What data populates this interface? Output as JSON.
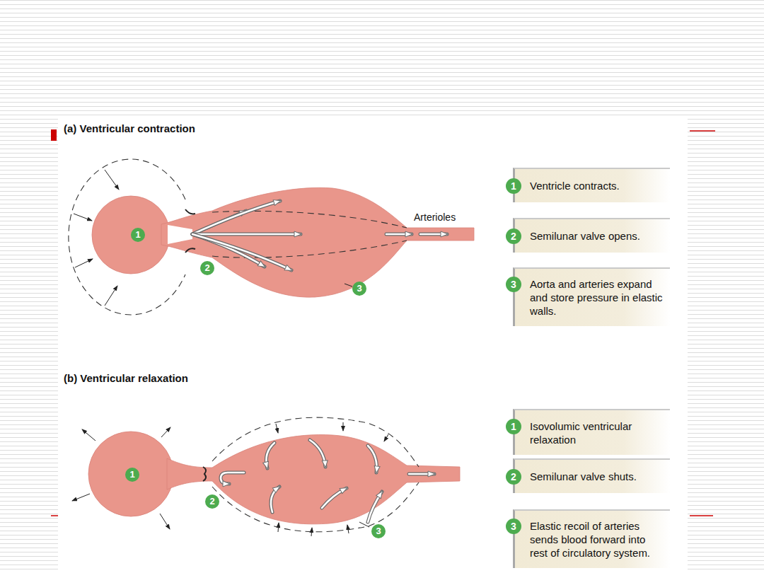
{
  "diagram": {
    "nodes": [
      {
        "text": [
          "1",
          "Ventricle contracts."
        ]
      },
      {
        "text": [
          "2",
          "Semilunar valve opens."
        ]
      },
      {
        "text": [
          "3",
          "Aorta and arteries expand and store pressure in elastic walls."
        ]
      },
      {
        "text": [
          "1",
          "Isovolumic ventricular relaxation"
        ]
      },
      {
        "text": [
          "2",
          "Semilunar valve shuts."
        ]
      },
      {
        "text": [
          "3",
          "Elastic recoil of arteries sends blood forward into rest of circulatory system."
        ]
      }
    ],
    "labels": [
      "(a) Ventricular contraction",
      "Arterioles",
      "1",
      "2",
      "3",
      "(b) Ventricular relaxation",
      "1",
      "2",
      "3"
    ]
  }
}
